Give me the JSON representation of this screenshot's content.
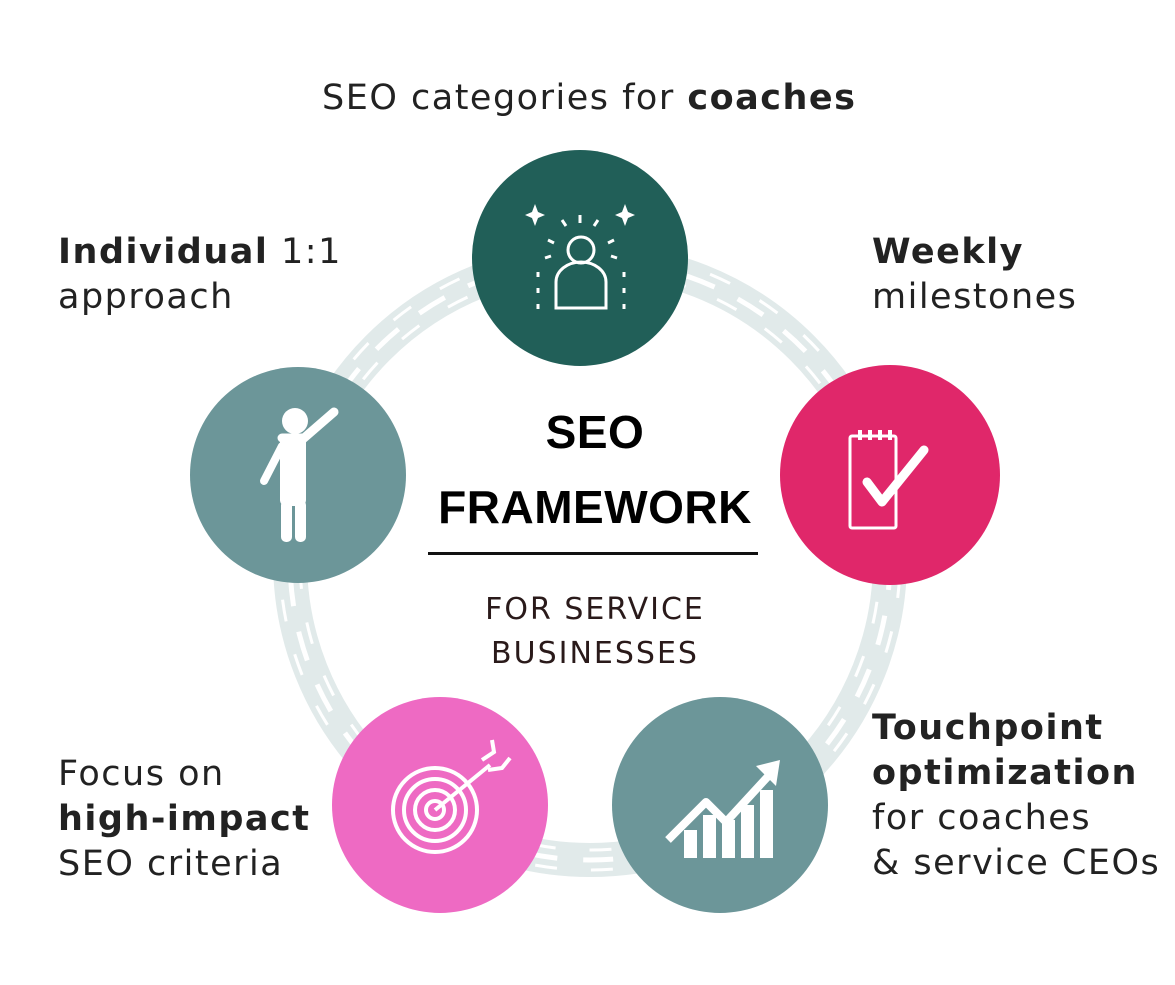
{
  "heading": {
    "pre": "SEO categories for ",
    "bold": "coaches"
  },
  "center": {
    "line1": "SEO",
    "line2": "FRAMEWORK",
    "sub1": "FOR SERVICE",
    "sub2": "BUSINESSES"
  },
  "items": [
    {
      "bold": "Individual",
      "rest": " 1:1",
      "line2": "approach",
      "icon": "person-raising-hand-icon",
      "color": "#6c9699"
    },
    {
      "bold": "Weekly",
      "line2": "milestones",
      "icon": "checklist-notepad-icon",
      "color": "#e0276a"
    },
    {
      "line1": "Focus on",
      "bold": "high-impact",
      "line3": "SEO criteria",
      "icon": "target-arrow-icon",
      "color": "#ee6ac3"
    },
    {
      "bold1": "Touchpoint",
      "bold2": "optimization",
      "line3": "for coaches",
      "line4": "& service CEOs",
      "icon": "growth-chart-icon",
      "color": "#6c9699"
    }
  ],
  "top_icon": {
    "icon": "spotlight-person-icon",
    "color": "#215f58"
  },
  "ring_color": "#e1eaea"
}
